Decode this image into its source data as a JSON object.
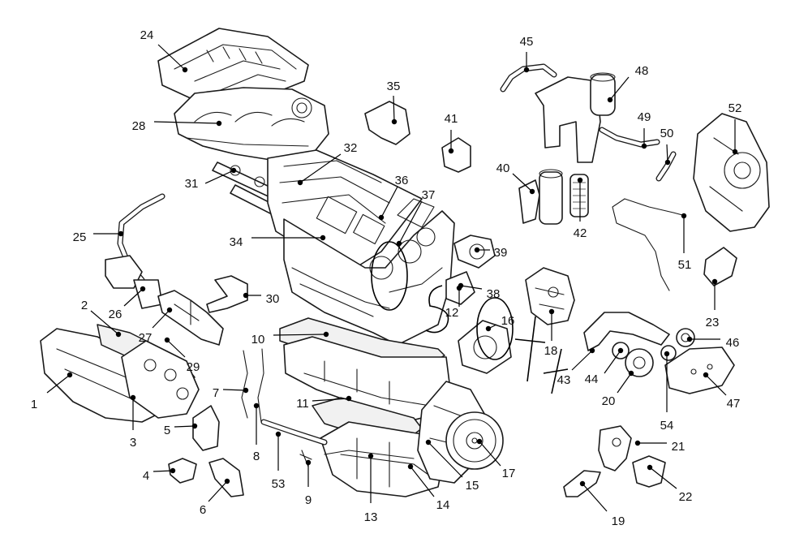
{
  "diagram": {
    "callouts": [
      "1",
      "2",
      "3",
      "4",
      "5",
      "6",
      "7",
      "8",
      "9",
      "10",
      "11",
      "12",
      "13",
      "14",
      "15",
      "16",
      "17",
      "18",
      "19",
      "20",
      "21",
      "22",
      "23",
      "24",
      "25",
      "26",
      "27",
      "28",
      "29",
      "30",
      "31",
      "32",
      "34",
      "35",
      "36",
      "37",
      "38",
      "39",
      "40",
      "41",
      "42",
      "43",
      "44",
      "45",
      "46",
      "47",
      "48",
      "49",
      "50",
      "51",
      "52",
      "53",
      "54"
    ]
  },
  "colors": {
    "line": "#1a1a1a",
    "background": "#ffffff"
  }
}
